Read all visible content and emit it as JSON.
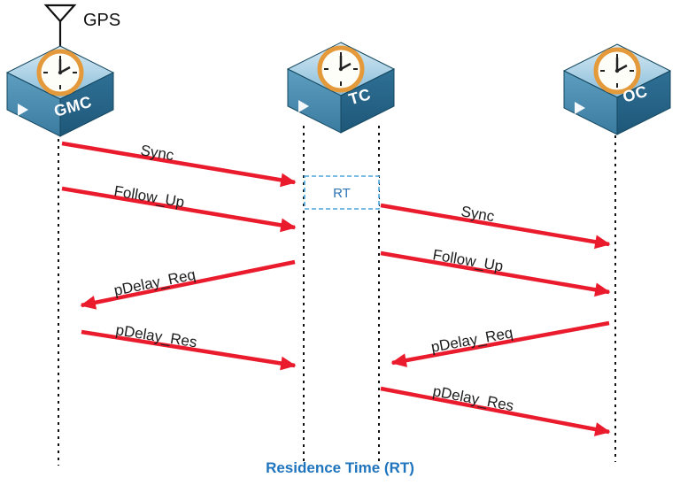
{
  "gps": {
    "label": "GPS"
  },
  "nodes": [
    {
      "id": "gmc",
      "label": "GMC",
      "role": "grandmaster-clock"
    },
    {
      "id": "tc",
      "label": "TC",
      "role": "transparent-clock"
    },
    {
      "id": "oc",
      "label": "OC",
      "role": "ordinary-clock"
    }
  ],
  "rt_box": {
    "label": "RT"
  },
  "messages": [
    {
      "label": "Sync",
      "from": "GMC",
      "to": "TC"
    },
    {
      "label": "Follow_Up",
      "from": "GMC",
      "to": "TC"
    },
    {
      "label": "Sync",
      "from": "TC",
      "to": "OC"
    },
    {
      "label": "Follow_Up",
      "from": "TC",
      "to": "OC"
    },
    {
      "label": "pDelay_Req",
      "from": "TC",
      "to": "GMC"
    },
    {
      "label": "pDelay_Res",
      "from": "GMC",
      "to": "TC"
    },
    {
      "label": "pDelay_Req",
      "from": "OC",
      "to": "TC"
    },
    {
      "label": "pDelay_Res",
      "from": "TC",
      "to": "OC"
    }
  ],
  "footer": {
    "label": "Residence Time (RT)"
  },
  "colors": {
    "arrow_red": "#EA1B2D",
    "accent_blue": "#1F74BE",
    "rt_border_blue": "#4BA6DD",
    "switch_top": "#A9CFE3",
    "switch_left": "#4D90B5",
    "switch_right": "#2E6E94",
    "clock_ring_orange": "#E49A3A"
  }
}
